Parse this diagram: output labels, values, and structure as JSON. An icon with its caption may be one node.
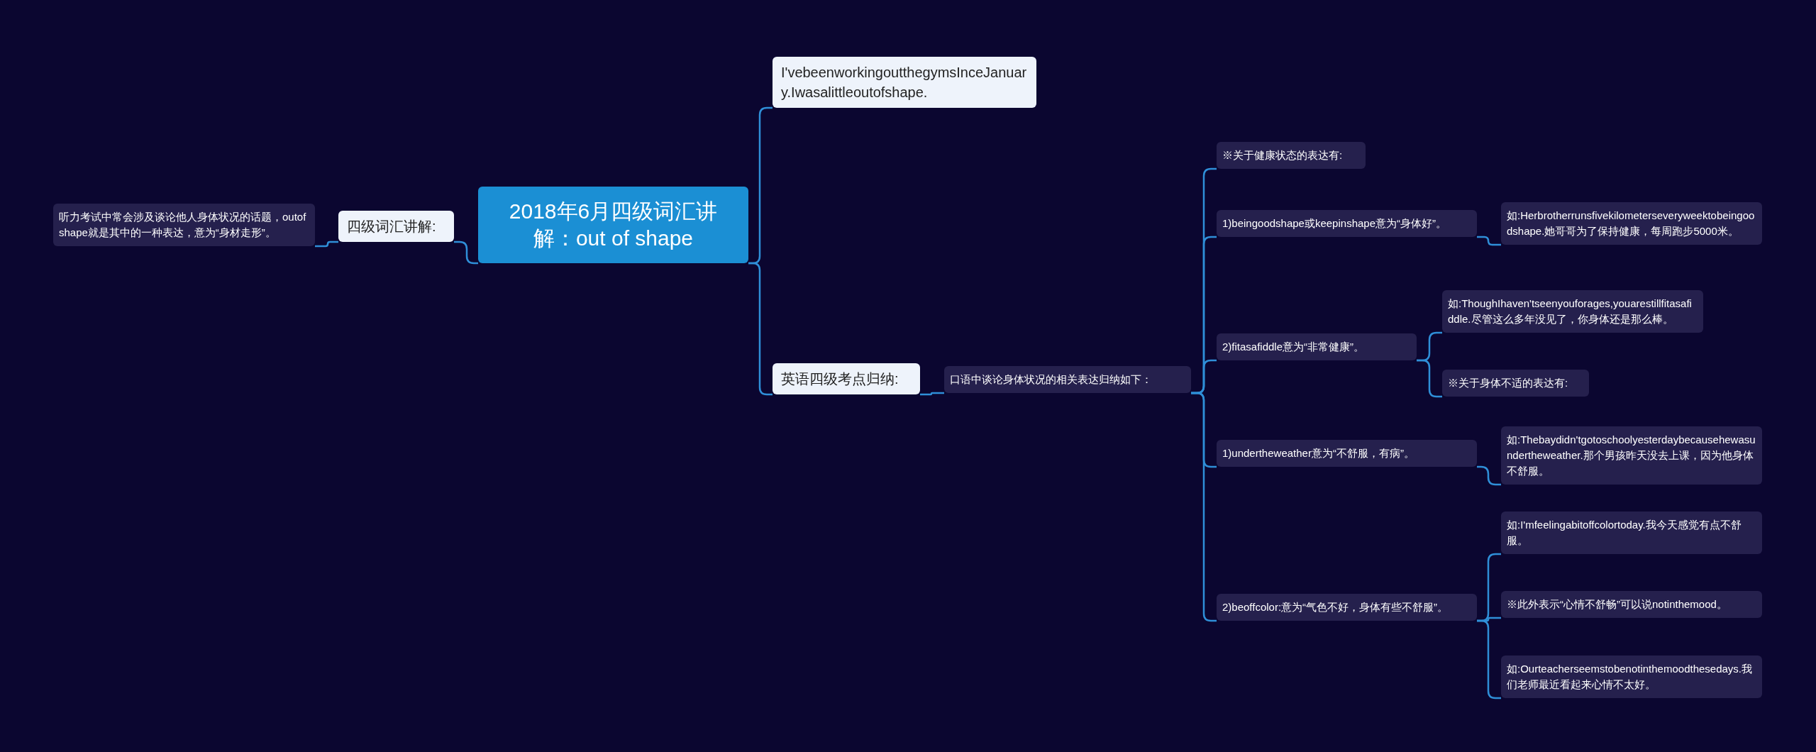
{
  "diagram": {
    "nodes": [
      {
        "text": [
          "2018年6月四级词汇讲解：out of shape"
        ]
      },
      {
        "text": [
          "四级词汇讲解:"
        ]
      },
      {
        "text": [
          "听力考试中常会涉及谈论他人身体状况的话题，outofshape就是其中的一种表达，意为“身材走形”。"
        ]
      },
      {
        "text": [
          "I'vebeenworkingoutthegymsInceJanuary.Iwasalittleoutofshape."
        ]
      },
      {
        "text": [
          "英语四级考点归纳:"
        ]
      },
      {
        "text": [
          "口语中谈论身体状况的相关表达归纳如下："
        ]
      },
      {
        "text": [
          "※关于健康状态的表达有:"
        ]
      },
      {
        "text": [
          "1)beingoodshape或keepinshape意为“身体好”。"
        ]
      },
      {
        "text": [
          "如:Herbrotherrunsfivekilometerseveryweektobeingoodshape.她哥哥为了保持健康，每周跑步5000米。"
        ]
      },
      {
        "text": [
          "2)fitasafiddle意为“非常健康”。"
        ]
      },
      {
        "text": [
          "如:ThoughIhaven'tseenyouforages,youarestillfitasafiddle.尽管这么多年没见了，你身体还是那么棒。"
        ]
      },
      {
        "text": [
          "※关于身体不适的表达有:"
        ]
      },
      {
        "text": [
          "1)undertheweather意为“不舒服，有病”。"
        ]
      },
      {
        "text": [
          "如:Thebaydidn'tgotoschoolyesterdaybecausehewasundertheweather.那个男孩昨天没去上课，因为他身体不舒服。"
        ]
      },
      {
        "text": [
          "2)beoffcolor:意为“气色不好，身体有些不舒服”。"
        ]
      },
      {
        "text": [
          "如:I'mfeelingabitoffcolortoday.我今天感觉有点不舒服。"
        ]
      },
      {
        "text": [
          "※此外表示“心情不舒畅”可以说notinthemood。"
        ]
      },
      {
        "text": [
          "如:Ourteacherseemstobenotinthemoodthesedays.我们老师最近看起来心情不太好。"
        ]
      }
    ],
    "edges": [
      {
        "from": 0,
        "to": 1,
        "arrow": "none"
      },
      {
        "from": 1,
        "to": 2,
        "arrow": "none"
      },
      {
        "from": 0,
        "to": 3,
        "arrow": "none"
      },
      {
        "from": 0,
        "to": 4,
        "arrow": "none"
      },
      {
        "from": 4,
        "to": 5,
        "arrow": "none"
      },
      {
        "from": 5,
        "to": 6,
        "arrow": "none"
      },
      {
        "from": 5,
        "to": 7,
        "arrow": "none"
      },
      {
        "from": 7,
        "to": 8,
        "arrow": "none"
      },
      {
        "from": 5,
        "to": 9,
        "arrow": "none"
      },
      {
        "from": 9,
        "to": 10,
        "arrow": "none"
      },
      {
        "from": 9,
        "to": 11,
        "arrow": "none"
      },
      {
        "from": 5,
        "to": 12,
        "arrow": "none"
      },
      {
        "from": 12,
        "to": 13,
        "arrow": "none"
      },
      {
        "from": 5,
        "to": 14,
        "arrow": "none"
      },
      {
        "from": 14,
        "to": 15,
        "arrow": "none"
      },
      {
        "from": 14,
        "to": 16,
        "arrow": "none"
      },
      {
        "from": 14,
        "to": 17,
        "arrow": "none"
      }
    ]
  }
}
